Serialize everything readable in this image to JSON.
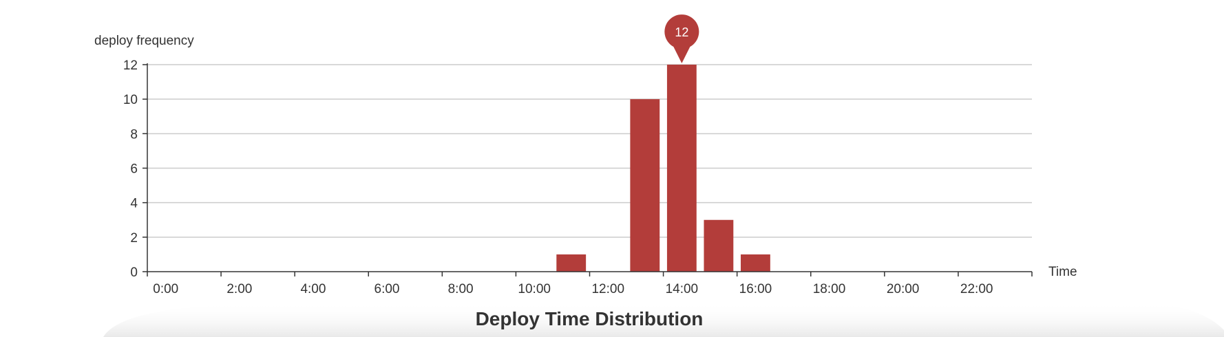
{
  "chart_data": {
    "type": "bar",
    "title": "Deploy Time Distribution",
    "xlabel": "Time",
    "ylabel": "deploy frequency",
    "ylim": [
      0,
      12
    ],
    "yticks": [
      0,
      2,
      4,
      6,
      8,
      10,
      12
    ],
    "xtick_labels": [
      "0:00",
      "2:00",
      "4:00",
      "6:00",
      "8:00",
      "10:00",
      "12:00",
      "14:00",
      "16:00",
      "18:00",
      "20:00",
      "22:00"
    ],
    "categories": [
      "0:00",
      "1:00",
      "2:00",
      "3:00",
      "4:00",
      "5:00",
      "6:00",
      "7:00",
      "8:00",
      "9:00",
      "10:00",
      "11:00",
      "12:00",
      "13:00",
      "14:00",
      "15:00",
      "16:00",
      "17:00",
      "18:00",
      "19:00",
      "20:00",
      "21:00",
      "22:00",
      "23:00"
    ],
    "values": [
      0,
      0,
      0,
      0,
      0,
      0,
      0,
      0,
      0,
      0,
      0,
      1,
      0,
      10,
      12,
      3,
      1,
      0,
      0,
      0,
      0,
      0,
      0,
      0
    ],
    "max_marker": {
      "category": "14:00",
      "label": "12"
    },
    "grid": true,
    "bar_color": "#b33d3a",
    "axis_color": "#333333",
    "grid_color": "#cccccc"
  }
}
